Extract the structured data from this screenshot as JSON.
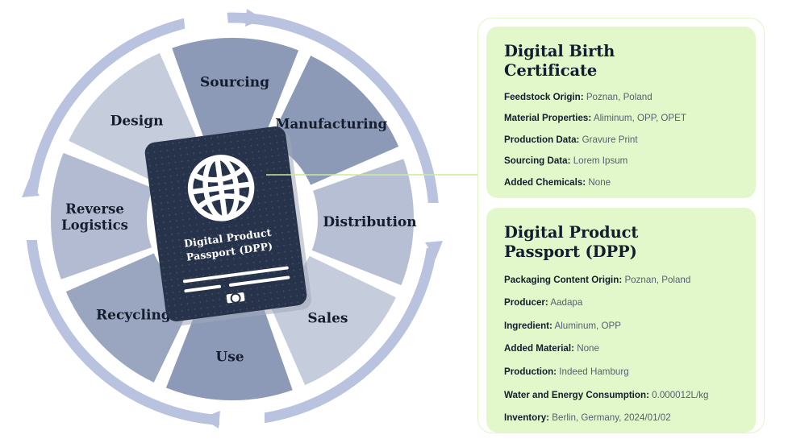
{
  "diagram": {
    "name": "circular-economy-wheel",
    "center_item": {
      "title_line1": "Digital Product",
      "title_line2": "Passport (DPP)",
      "icon": "globe-icon",
      "chip_icon": "biometric-chip-icon"
    },
    "segments": [
      {
        "label": "Sourcing",
        "color": "#8c9ab8"
      },
      {
        "label": "Manufacturing",
        "color": "#8c9ab8"
      },
      {
        "label": "Distribution",
        "color": "#b6bfd3"
      },
      {
        "label": "Sales",
        "color": "#c5ccdc"
      },
      {
        "label": "Use",
        "color": "#8c9ab8"
      },
      {
        "label": "Recycling",
        "color": "#9aa6c0"
      },
      {
        "label": "Reverse Logistics",
        "color": "#b2bbd1"
      },
      {
        "label": "Design",
        "color": "#c5ccdc"
      }
    ],
    "arrow_ring": {
      "color": "#b9c3df",
      "direction": "clockwise",
      "arrow_count": 4
    },
    "connector": {
      "color": "#c8ea9a",
      "from": "passport",
      "to": "digital-birth-certificate-card"
    }
  },
  "panel": {
    "cards": [
      {
        "id": "digital-birth-certificate",
        "title": "Digital Birth\nCertificate",
        "rows": [
          {
            "key": "Feedstock Origin:",
            "value": "Poznan, Poland"
          },
          {
            "key": "Material Properties:",
            "value": "Aliminum, OPP, OPET"
          },
          {
            "key": "Production Data:",
            "value": "Gravure Print"
          },
          {
            "key": "Sourcing Data:",
            "value": "Lorem Ipsum"
          },
          {
            "key": "Added Chemicals:",
            "value": "None"
          }
        ]
      },
      {
        "id": "digital-product-passport",
        "title": "Digital Product\nPassport (DPP)",
        "rows": [
          {
            "key": "Packaging Content Origin:",
            "value": "Poznan, Poland"
          },
          {
            "key": "Producer:",
            "value": "Aadapa"
          },
          {
            "key": "Ingredient:",
            "value": "Aluminum, OPP"
          },
          {
            "key": "Added Material:",
            "value": "None"
          },
          {
            "key": "Production:",
            "value": "Indeed Hamburg"
          },
          {
            "key": "Water and Energy Consumption:",
            "value": "0.000012L/kg"
          },
          {
            "key": "Inventory:",
            "value": "Berlin, Germany, 2024/01/02"
          }
        ]
      }
    ]
  },
  "colors": {
    "card_bg": "#e2f7ca",
    "panel_border": "#dff5c6",
    "passport_bg": "#26334a",
    "text_dark": "#141d2e",
    "text_muted": "#55616f",
    "ring": "#b9c3df"
  }
}
